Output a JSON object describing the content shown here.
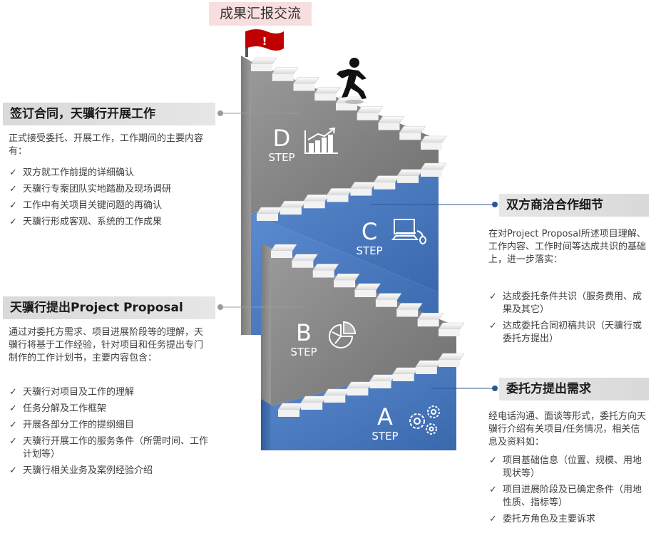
{
  "title": "成果汇报交流",
  "steps": [
    {
      "letter": "A",
      "word": "STEP",
      "icon": "gears-icon"
    },
    {
      "letter": "B",
      "word": "STEP",
      "icon": "pie-chart-icon"
    },
    {
      "letter": "C",
      "word": "STEP",
      "icon": "computer-icon"
    },
    {
      "letter": "D",
      "word": "STEP",
      "icon": "growth-chart-icon"
    }
  ],
  "flag_mark": "!",
  "colors": {
    "gray": "#8c8c8c",
    "blue": "#4f7fbf",
    "flag": "#c00000",
    "accent_line": "#2e5597"
  },
  "panels": {
    "d": {
      "title": "签订合同，天骥行开展工作",
      "intro": "正式接受委托、开展工作，工作期间的主要内容有：",
      "items": [
        "双方就工作前提的详细确认",
        "天骥行专案团队实地踏勘及现场调研",
        "工作中有关项目关键问题的再确认",
        "天骥行形成客观、系统的工作成果"
      ]
    },
    "b": {
      "title": "天骥行提出Project Proposal",
      "intro": "通过对委托方需求、项目进展阶段等的理解，天骥行将基于工作经验，针对项目和任务提出专门制作的工作计划书，主要内容包含：",
      "items": [
        "天骥行对项目及工作的理解",
        "任务分解及工作框架",
        "开展各部分工作的提纲细目",
        "天骥行开展工作的服务条件（所需时间、工作计划等）",
        "天骥行相关业务及案例经验介绍"
      ]
    },
    "c": {
      "title": "双方商洽合作细节",
      "intro": "在对Project Proposal所述项目理解、工作内容、工作时间等达成共识的基础上，进一步落实：",
      "items": [
        "达成委托条件共识（服务费用、成果及其它）",
        "达成委托合同初稿共识（天骥行或委托方提出）"
      ]
    },
    "a": {
      "title": "委托方提出需求",
      "intro": "经电话沟通、面谈等形式，委托方向天骥行介绍有关项目/任务情况，相关信息及资料如：",
      "items": [
        "项目基础信息（位置、规模、用地现状等）",
        "项目进展阶段及已确定条件（用地性质、指标等）",
        "委托方角色及主要诉求"
      ]
    }
  }
}
